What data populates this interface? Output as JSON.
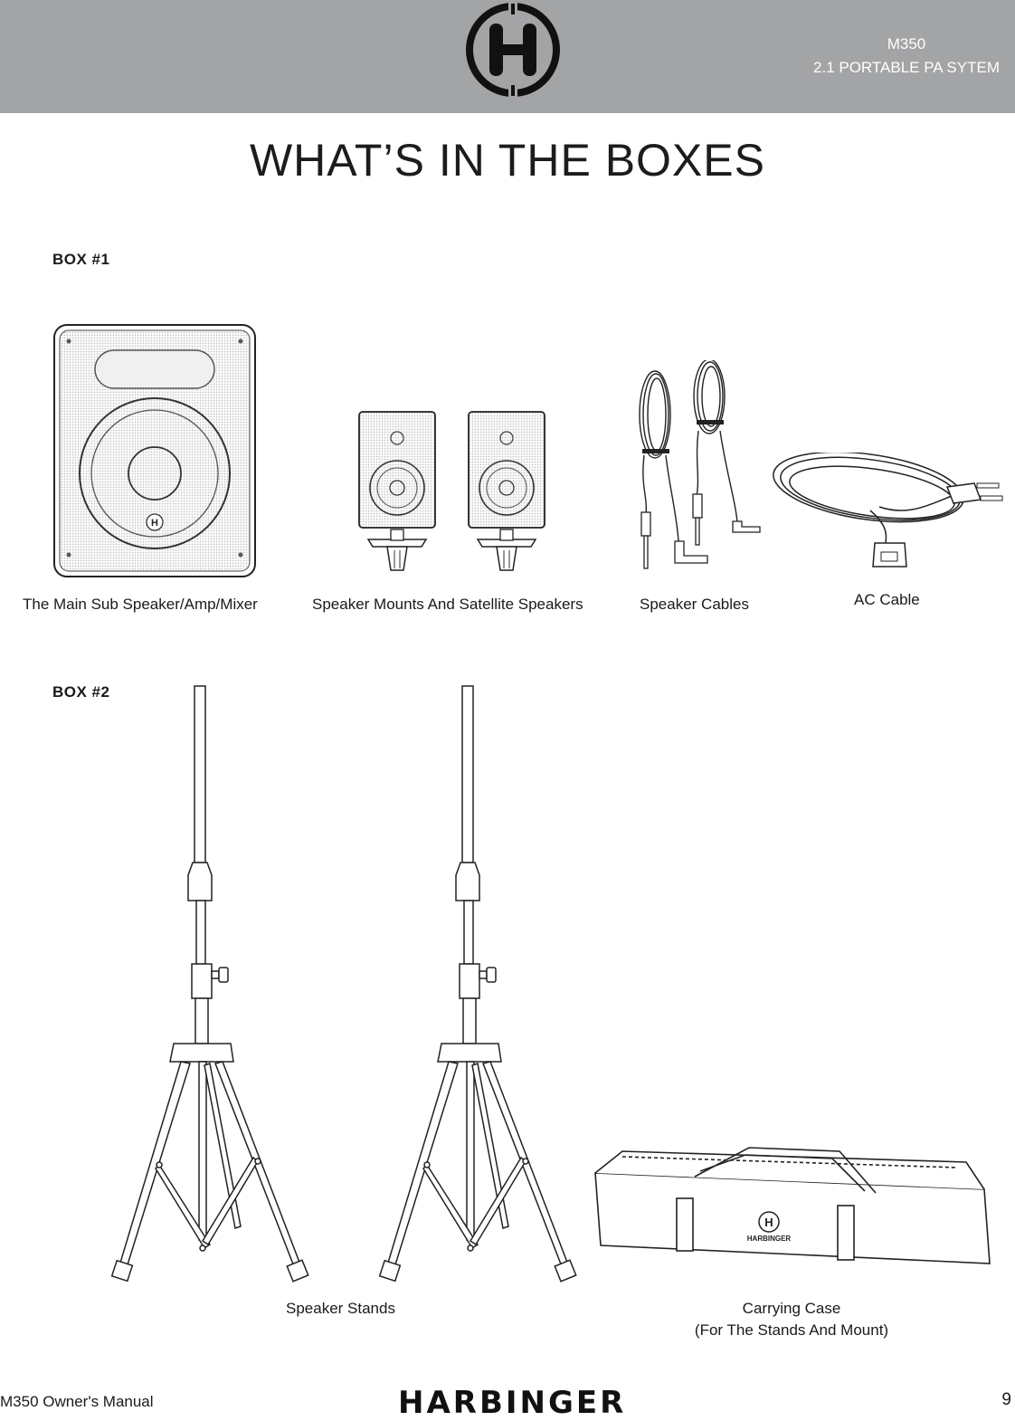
{
  "header": {
    "model": "M350",
    "product": "2.1 PORTABLE PA SYTEM",
    "logo_icon": "harbinger-h-logo"
  },
  "page_title": "WHAT’S IN THE BOXES",
  "box1": {
    "label": "BOX #1",
    "items": [
      {
        "caption": "The Main Sub Speaker/Amp/Mixer",
        "icon": "subwoofer-speaker-illustration"
      },
      {
        "caption": "Speaker Mounts And Satellite Speakers",
        "icon": "satellite-speakers-illustration"
      },
      {
        "caption": "Speaker Cables",
        "icon": "speaker-cables-illustration"
      },
      {
        "caption": "AC Cable",
        "icon": "ac-cable-illustration"
      }
    ]
  },
  "box2": {
    "label": "BOX #2",
    "items": [
      {
        "caption": "Speaker Stands",
        "icon": "speaker-stands-illustration"
      },
      {
        "caption_line1": "Carrying Case",
        "caption_line2": "(For The Stands And Mount)",
        "icon": "carrying-case-illustration",
        "brand_print": "HARBINGER"
      }
    ]
  },
  "footer": {
    "manual": "M350 Owner's Manual",
    "brand": "HARBINGER",
    "page": "9"
  },
  "colors": {
    "header_bg": "#a3a4a6",
    "ink": "#1a1a1a"
  }
}
